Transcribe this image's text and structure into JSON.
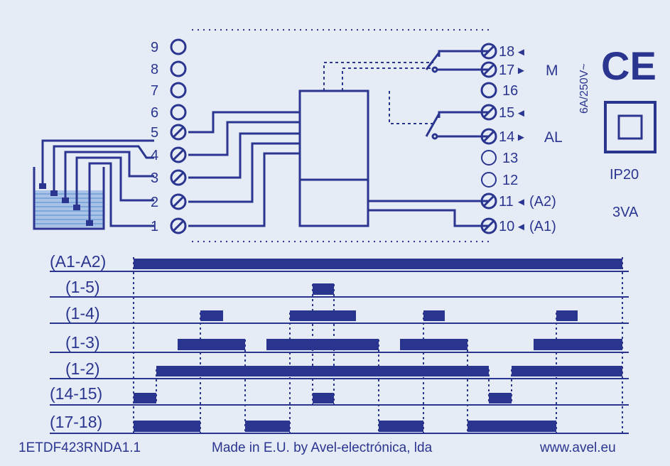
{
  "terminals_left": [
    "9",
    "8",
    "7",
    "6",
    "5",
    "4",
    "3",
    "2",
    "1"
  ],
  "terminals_right": [
    {
      "num": "18",
      "arrow": "◄",
      "label": ""
    },
    {
      "num": "17",
      "arrow": "►",
      "label": "M"
    },
    {
      "num": "16",
      "arrow": "",
      "label": ""
    },
    {
      "num": "15",
      "arrow": "◄",
      "label": ""
    },
    {
      "num": "14",
      "arrow": "►",
      "label": "AL"
    },
    {
      "num": "13",
      "arrow": "",
      "label": ""
    },
    {
      "num": "12",
      "arrow": "",
      "label": ""
    },
    {
      "num": "11",
      "arrow": "◄",
      "label": "(A2)"
    },
    {
      "num": "10",
      "arrow": "◄",
      "label": "(A1)"
    }
  ],
  "rating": "6A/250V~",
  "ce_mark": "CE",
  "ip_rating": "IP20",
  "power": "3VA",
  "timing": {
    "rows": [
      {
        "label": "(A1-A2)"
      },
      {
        "label": "(1-5)"
      },
      {
        "label": "(1-4)"
      },
      {
        "label": "(1-3)"
      },
      {
        "label": "(1-2)"
      },
      {
        "label": "(14-15)"
      },
      {
        "label": "(17-18)"
      }
    ]
  },
  "footer": {
    "code": "1ETDF423RNDA1.1",
    "made_in": "Made in E.U. by Avel-electrónica, lda",
    "website": "www.avel.eu"
  },
  "colors": {
    "ink": "#2a3590",
    "background": "#e6ecf6",
    "water": "#7fa6d8"
  }
}
